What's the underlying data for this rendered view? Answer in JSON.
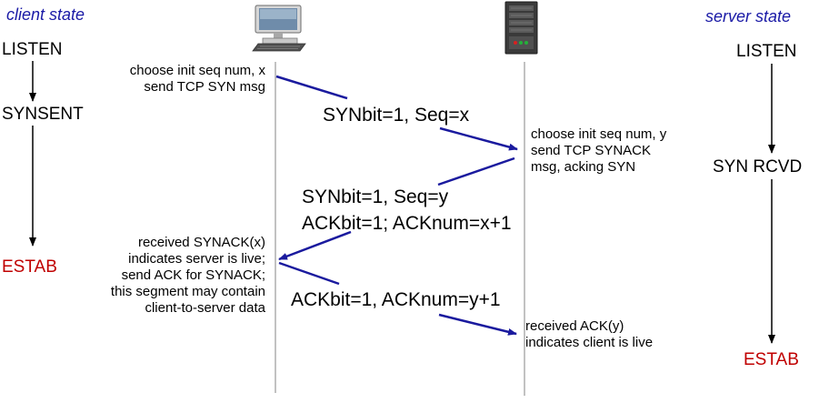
{
  "colors": {
    "arrow": "#1a1a9e",
    "header": "#1a1aa6",
    "estab": "#c00000",
    "text": "#000000"
  },
  "icons": {
    "client": "desktop-computer-icon",
    "server": "server-rack-icon"
  },
  "client": {
    "header": "client state",
    "states": [
      "LISTEN",
      "SYNSENT",
      "ESTAB"
    ],
    "notes": {
      "init": [
        "choose init seq num, x",
        "send TCP SYN msg"
      ],
      "synack_received": [
        "received SYNACK(x)",
        "indicates server is live;",
        "send ACK for SYNACK;",
        "this segment may contain",
        "client-to-server data"
      ]
    }
  },
  "server": {
    "header": "server state",
    "states": [
      "LISTEN",
      "SYN RCVD",
      "ESTAB"
    ],
    "notes": {
      "init": [
        "choose init seq num, y",
        "send TCP SYNACK",
        "msg, acking SYN"
      ],
      "ack_received": [
        "received ACK(y)",
        "indicates client is live"
      ]
    }
  },
  "messages": {
    "syn": "SYNbit=1, Seq=x",
    "synack_line1": "SYNbit=1, Seq=y",
    "synack_line2": "ACKbit=1; ACKnum=x+1",
    "ack": "ACKbit=1, ACKnum=y+1"
  }
}
